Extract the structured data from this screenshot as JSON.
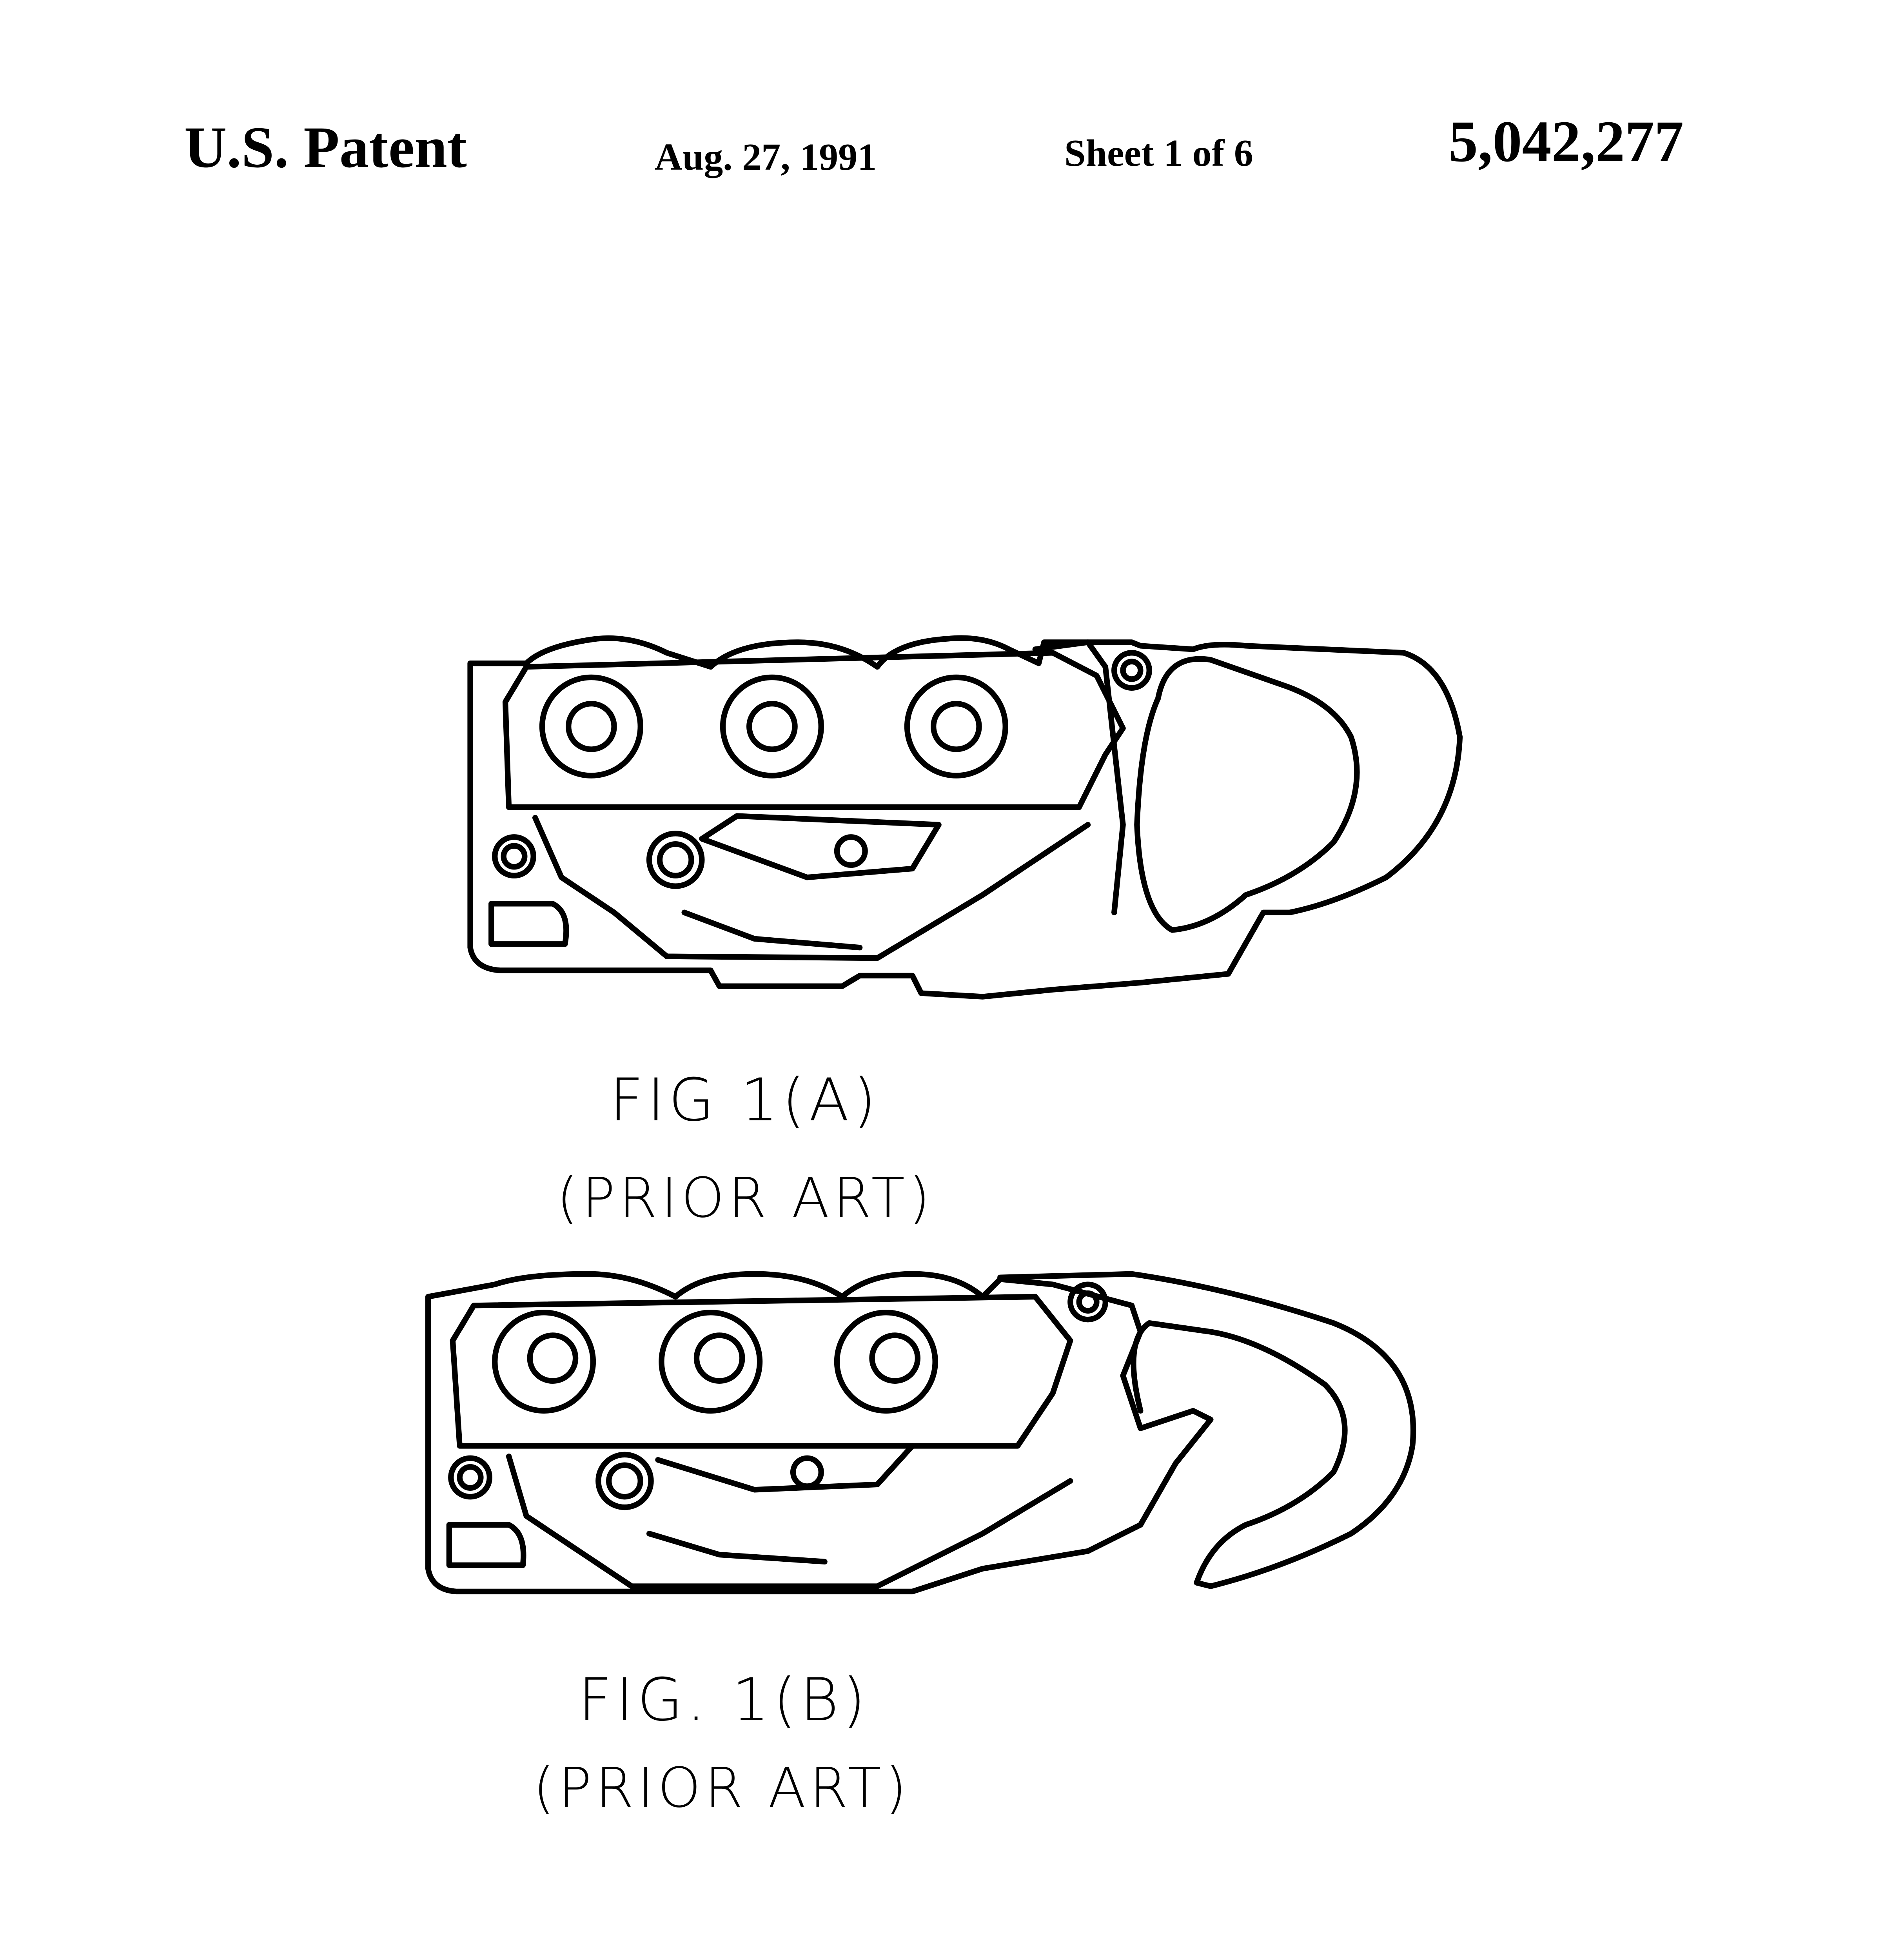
{
  "header": {
    "title": "U.S. Patent",
    "date": "Aug. 27, 1991",
    "sheet": "Sheet 1 of 6",
    "patent_number": "5,042,277"
  },
  "figures": [
    {
      "label": "FIG  1(A)",
      "note": "(PRIOR ART)",
      "state": "closed"
    },
    {
      "label": "FIG.  1(B)",
      "note": "(PRIOR ART)",
      "state": "open"
    }
  ]
}
